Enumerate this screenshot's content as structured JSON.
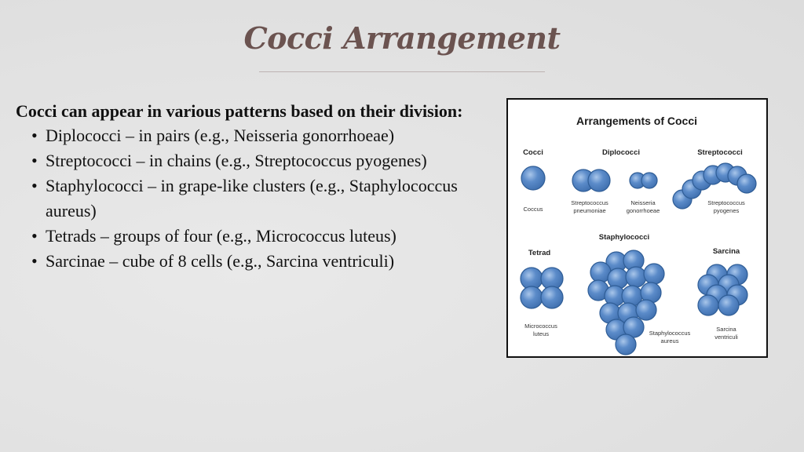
{
  "slide": {
    "title": "Cocci Arrangement",
    "intro": "Cocci can appear in various patterns based on their division:",
    "bullets": [
      "Diplococci – in pairs (e.g., Neisseria gonorrhoeae)",
      "Streptococci – in chains (e.g., Streptococcus pyogenes)",
      "Staphylococci – in grape-like clusters (e.g., Staphylococcus aureus)",
      "Tetrads – groups of four (e.g., Micrococcus luteus)",
      "Sarcinae – cube of 8 cells (e.g., Sarcina ventriculi)"
    ]
  },
  "figure": {
    "title": "Arrangements of Cocci",
    "cocci": {
      "heading": "Cocci",
      "caption": "Coccus"
    },
    "diplococci": {
      "heading": "Diplococci",
      "caption_left": [
        "Streptococcus",
        "pneumoniae"
      ],
      "caption_right": [
        "Neisseria",
        "gonorrhoeae"
      ]
    },
    "streptococci": {
      "heading": "Streptococci",
      "caption": [
        "Streptococcus",
        "pyogenes"
      ]
    },
    "tetrad": {
      "heading": "Tetrad",
      "caption": [
        "Micrococcus",
        "luteus"
      ]
    },
    "staphylococci": {
      "heading": "Staphylococci",
      "caption": [
        "Staphylococcus",
        "aureus"
      ]
    },
    "sarcina": {
      "heading": "Sarcina",
      "caption": [
        "Sarcina",
        "ventriculi"
      ]
    },
    "cell_fill": "#5b8bc9",
    "cell_stroke": "#2f5d96",
    "cell_highlight": "#a9c6ea"
  },
  "theme": {
    "title_color": "#6b5350"
  }
}
